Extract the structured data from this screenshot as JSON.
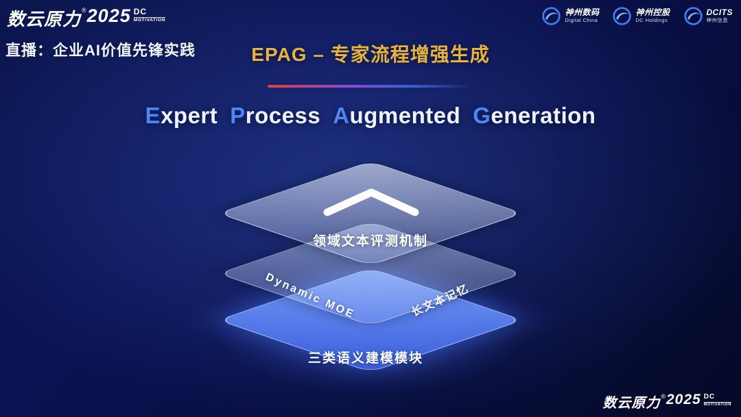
{
  "colors": {
    "accent_gold": "#e7b33c",
    "letter_blue": "#4d87f7",
    "layer_blue": "#4a6cf0",
    "background_dark": "#070d3c"
  },
  "brand": {
    "name_cn": "数云原力",
    "reg": "®",
    "year": "2025",
    "dc": "DC",
    "motivation": "MOTIVATION"
  },
  "header": {
    "live_label": "直播：企业AI价值先锋实践",
    "title": "EPAG – 专家流程增强生成",
    "logos": [
      {
        "top": "神州数码",
        "bottom": "Digital China"
      },
      {
        "top": "神州控股",
        "bottom": "DC Holdings"
      },
      {
        "top": "DCITS",
        "bottom": "神州信息"
      }
    ]
  },
  "subtitle": {
    "words": [
      {
        "cap": "E",
        "rest": "xpert"
      },
      {
        "cap": "P",
        "rest": "rocess"
      },
      {
        "cap": "A",
        "rest": "ugmented"
      },
      {
        "cap": "G",
        "rest": "eneration"
      }
    ]
  },
  "diagram": {
    "layer_top": {
      "label": "领域文本评测机制"
    },
    "layer_middle": {
      "left_label": "Dynamic MOE",
      "right_label": "长文本记忆"
    },
    "layer_bottom": {
      "label": "三类语义建模模块"
    }
  }
}
